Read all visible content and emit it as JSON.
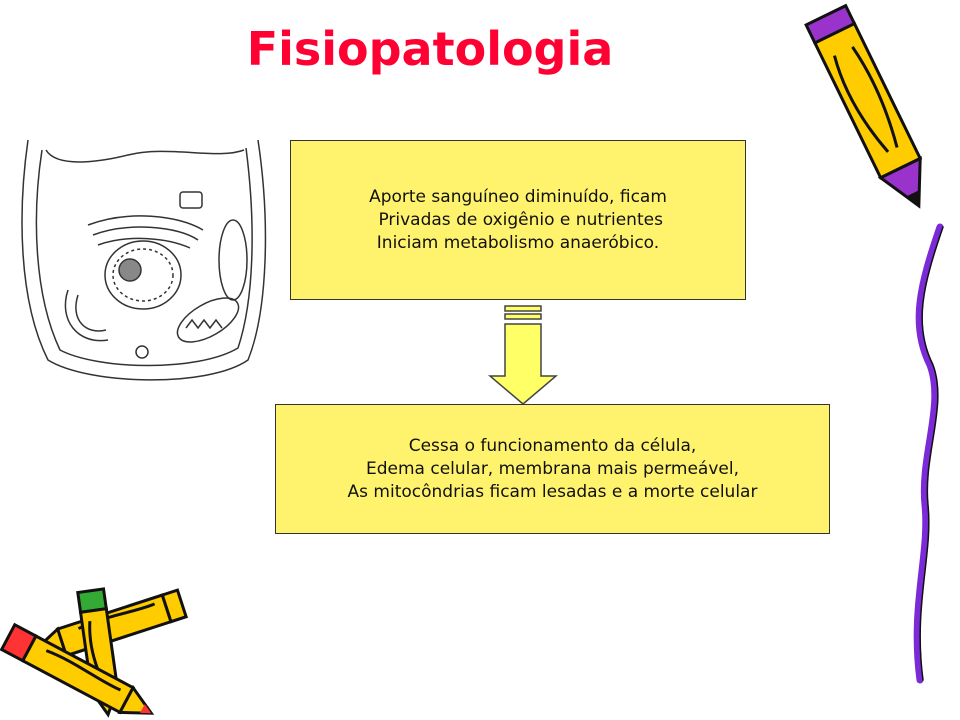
{
  "slide": {
    "title": "Fisiopatologia",
    "box_top": {
      "lines": [
        "Aporte sanguíneo diminuído, ficam",
        " Privadas de oxigênio e nutrientes",
        "Iniciam metabolismo anaeróbico."
      ]
    },
    "box_bottom": {
      "lines": [
        "Cessa o funcionamento da célula,",
        "Edema celular, membrana mais permeável,",
        "As mitocôndrias ficam lesadas e a morte celular"
      ]
    }
  },
  "colors": {
    "title": "#ff0033",
    "box_fill": "#fff36e",
    "arrow_fill": "#ffff66",
    "pencil_yellow": "#ffcc00",
    "pencil_purple": "#9933cc",
    "pencil_red": "#ff3333",
    "pencil_green": "#33aa33",
    "squiggle": "#7a2ad6"
  },
  "icons": [
    "cell-diagram",
    "pencil-icon",
    "crossed-pencils-icon",
    "squiggle-line"
  ]
}
